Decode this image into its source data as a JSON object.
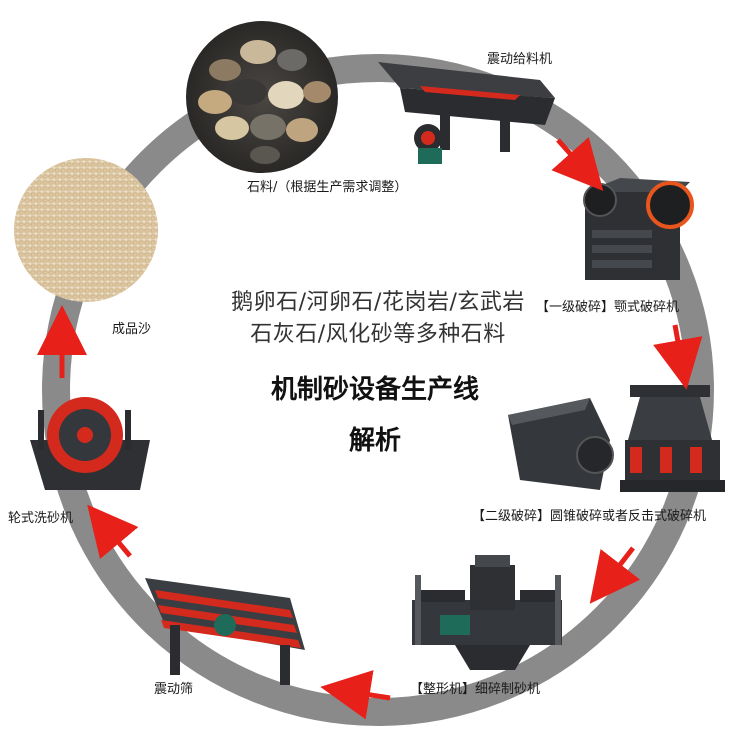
{
  "center": {
    "subtitle_line1": "鹅卵石/河卵石/花岗岩/玄武岩",
    "subtitle_line2": "石灰石/风化砂等多种石料",
    "title_line1": "机制砂设备生产线",
    "title_line2": "解析"
  },
  "nodes": {
    "stones": "石料/（根据生产需求调整）",
    "feeder": "震动给料机",
    "jaw_crusher": "【一级破碎】颚式破碎机",
    "cone_crusher": "【二级破碎】圆锥破碎或者反击式破碎机",
    "sand_maker": "【整形机】细碎制砂机",
    "vibrating_screen": "震动筛",
    "sand_washer": "轮式洗砂机",
    "finished_sand": "成品沙"
  },
  "colors": {
    "ring": "#8a8a8a",
    "arrow": "#e8201a",
    "machine_dark": "#2e3033",
    "machine_accent": "#d42a1e",
    "sand": "#d7bf98"
  }
}
